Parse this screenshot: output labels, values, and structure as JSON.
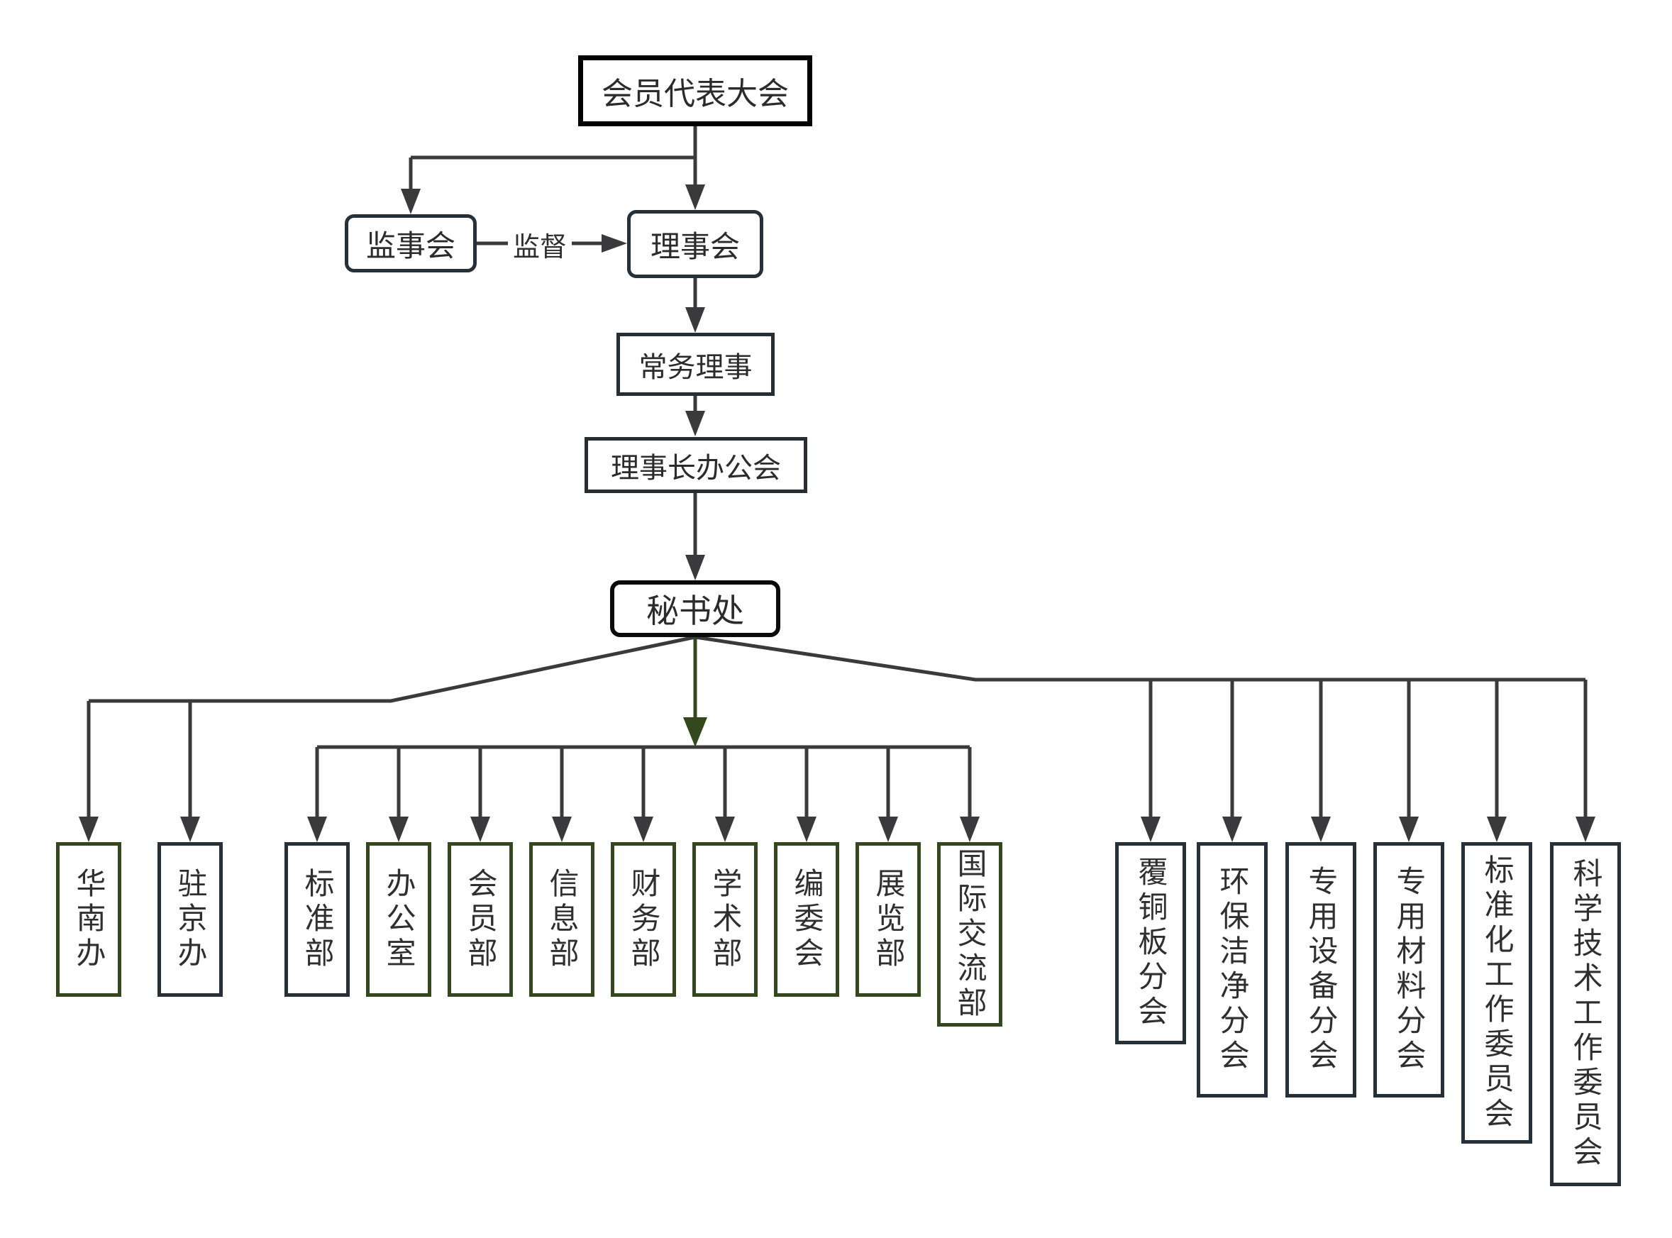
{
  "colors": {
    "line": "#3a3a3c",
    "green_accent": "#33481d",
    "dark_border": "#263039",
    "black_border": "#000000",
    "background": "#ffffff"
  },
  "org_chart": {
    "top_nodes": {
      "assembly": "会员代表大会",
      "supervisory_board": "监事会",
      "council": "理事会",
      "standing_council": "常务理事",
      "chairman_office_meeting": "理事长办公会",
      "secretariat": "秘书处"
    },
    "edge_labels": {
      "supervision": "监督"
    },
    "bottom_nodes": [
      {
        "label": "华南办",
        "accent": "green"
      },
      {
        "label": "驻京办",
        "accent": "dark"
      },
      {
        "label": "标准部",
        "accent": "dark"
      },
      {
        "label": "办公室",
        "accent": "green"
      },
      {
        "label": "会员部",
        "accent": "green"
      },
      {
        "label": "信息部",
        "accent": "green"
      },
      {
        "label": "财务部",
        "accent": "green"
      },
      {
        "label": "学术部",
        "accent": "green"
      },
      {
        "label": "编委会",
        "accent": "green"
      },
      {
        "label": "展览部",
        "accent": "green"
      },
      {
        "label": "国际交流部",
        "accent": "green"
      },
      {
        "label": "覆铜板分会",
        "accent": "dark"
      },
      {
        "label": "环保洁净分会",
        "accent": "dark"
      },
      {
        "label": "专用设备分会",
        "accent": "dark"
      },
      {
        "label": "专用材料分会",
        "accent": "dark"
      },
      {
        "label": "标准化工作委员会",
        "accent": "dark"
      },
      {
        "label": "科学技术工作委员会",
        "accent": "dark"
      }
    ]
  }
}
